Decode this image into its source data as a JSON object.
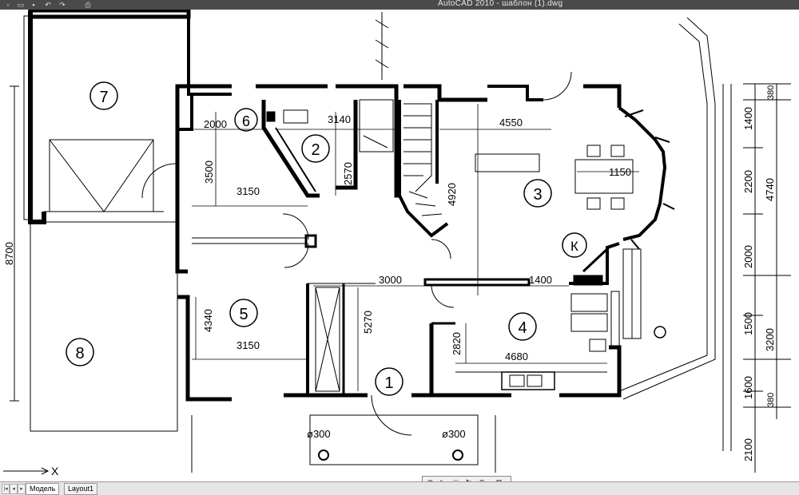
{
  "app": {
    "title": "AutoCAD 2010 - шаблон (1).dwg",
    "quick_access_icons": [
      "new-icon",
      "open-icon",
      "save-icon",
      "undo-icon",
      "redo-icon",
      "print-icon"
    ]
  },
  "plan": {
    "rooms": [
      {
        "id": "7",
        "label": "7"
      },
      {
        "id": "6",
        "label": "6"
      },
      {
        "id": "2",
        "label": "2"
      },
      {
        "id": "3",
        "label": "3"
      },
      {
        "id": "K",
        "label": "К"
      },
      {
        "id": "4",
        "label": "4"
      },
      {
        "id": "5",
        "label": "5"
      },
      {
        "id": "1",
        "label": "1"
      },
      {
        "id": "8",
        "label": "8"
      }
    ],
    "dimensions": {
      "d2000": "2000",
      "d3140": "3140",
      "d4550": "4550",
      "d1150": "1150",
      "d3500": "3500",
      "d2570": "2570",
      "d3150a": "3150",
      "d4920": "4920",
      "d3000": "3000",
      "d1400": "1400",
      "d4340": "4340",
      "d5270": "5270",
      "d2820": "2820",
      "d3150b": "3150",
      "d4680": "4680",
      "d8700": "8700",
      "r380a": "380",
      "r1400": "1400",
      "r2200": "2200",
      "r4740": "4740",
      "r2000": "2000",
      "r1500": "1500",
      "r3200": "3200",
      "r1600": "1600",
      "r380b": "380",
      "r2100": "2100",
      "col1": "ø300",
      "col2": "ø300"
    },
    "ucs_axis_label": "X"
  },
  "layout_tabs": {
    "tabs": [
      "Модель",
      "Layout1"
    ],
    "active": "Модель"
  },
  "view_tools": [
    "pan-icon",
    "play-icon",
    "stop-icon",
    "loop-icon",
    "rewind-icon",
    "close-icon"
  ]
}
